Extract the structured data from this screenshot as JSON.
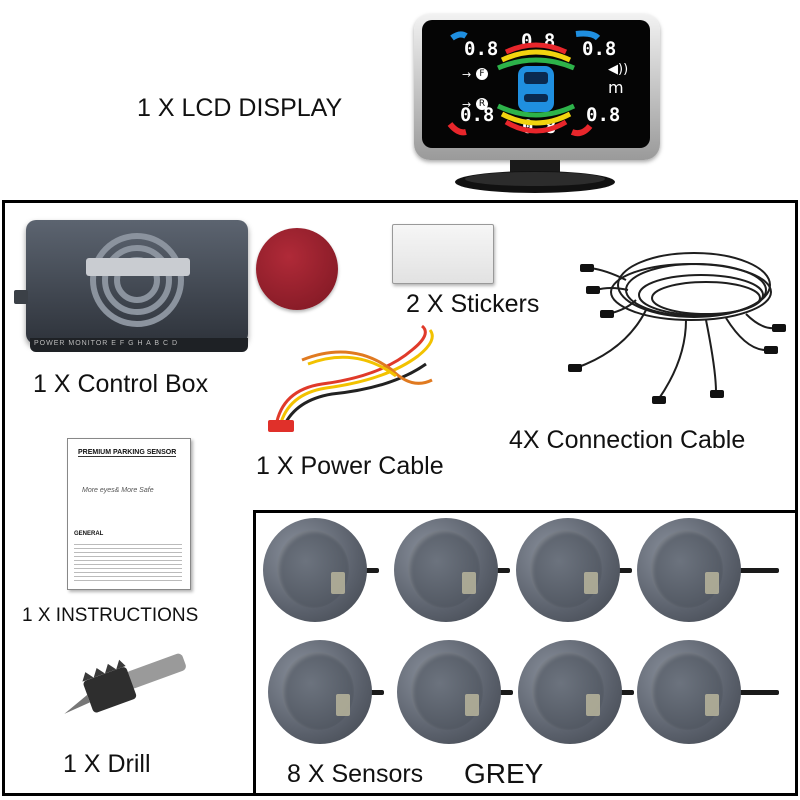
{
  "labels": {
    "lcd": "1 X LCD DISPLAY",
    "control_box": "1 X Control Box",
    "stickers": "2 X Stickers",
    "power_cable": "1 X Power Cable",
    "connection_cable": "4X Connection Cable",
    "instructions": "1 X INSTRUCTIONS",
    "drill": "1 X Drill",
    "sensors": "8 X Sensors",
    "color": "GREY"
  },
  "lcd_readings": {
    "top_left": "0.8",
    "top_center": "0.8",
    "top_right": "0.8",
    "bottom_left": "0.8",
    "bottom_center": "0.8",
    "bottom_right": "0.8",
    "unit": "m",
    "front_indicator": "F",
    "rear_indicator": "R"
  },
  "control_box_strip": "POWER  MONITOR  E  F  G  H  A  B  C  D",
  "manual": {
    "title": "PREMIUM PARKING SENSOR",
    "tagline": "More eyes& More Safe",
    "section": "GENERAL"
  },
  "colors": {
    "zone_red": "#e8262b",
    "zone_yellow": "#f2d40f",
    "zone_green": "#2db34a",
    "zone_blue": "#1f8fe0",
    "sensor_grey": "#6b717c"
  }
}
